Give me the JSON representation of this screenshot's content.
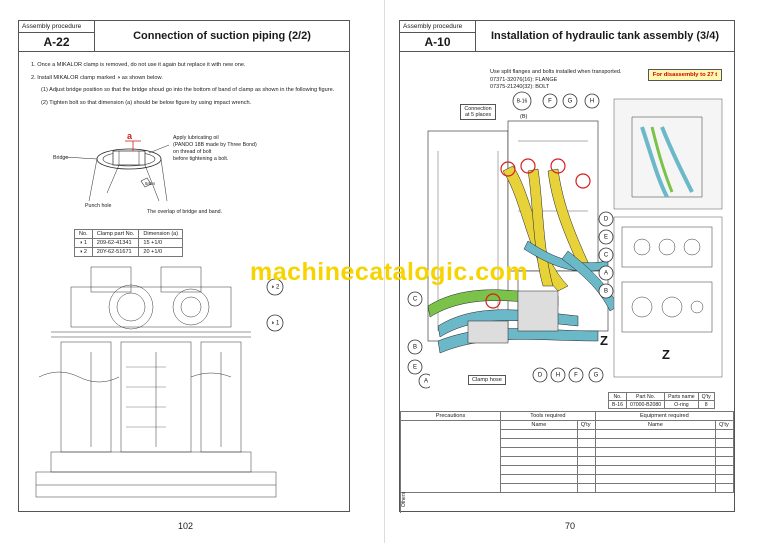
{
  "left_page": {
    "header_label": "Assembly procedure",
    "code": "A-22",
    "title": "Connection of suction piping (2/2)",
    "step1": "1.   Once a MIKALOR clamp is removed, do not use it again but replace it with new one.",
    "step2": "2.   Install MIKALOR clamp marked ◑ as shown below.",
    "step2_1": "(1)  Adjust bridge position so that the bridge shoud go into the bottom of band of clamp as shown in the following figure.",
    "step2_2": "(2)  Tighten bolt so that dimension (a) should be below figure by using impact wrench.",
    "figure": {
      "bridge": "Bridge",
      "a_mark": "a",
      "oil_note_1": "Apply lubricating oil",
      "oil_note_2": "(PANDO 18B made by Three Bond)",
      "oil_note_3": "on thread of bolt",
      "oil_note_4": "before tightening a bolt.",
      "punch": "Punch hole",
      "overlap": "The overlap of bridge and band.",
      "dim_mark": "5mm"
    },
    "table": {
      "headers": [
        "No.",
        "Clamp part No.",
        "Dimension (a)"
      ],
      "rows": [
        [
          "◑ 1",
          "209-62-41341",
          "15 +1/0"
        ],
        [
          "◑ 2",
          "20Y-62-51671",
          "20 +1/0"
        ]
      ]
    },
    "callouts": [
      "◑ 2",
      "◑ 1"
    ],
    "page_number": "102"
  },
  "right_page": {
    "header_label": "Assembly procedure",
    "code": "A-10",
    "title": "Installation of hydraulic tank assembly (3/4)",
    "note1": "Use split flanges and bolts installed when transported.",
    "note2": "07371-32076(16): FLANGE",
    "note3": "07375-21240(32): BOLT",
    "disassembly": "For disassembly to 27 t",
    "connection": "Connection at 5 places",
    "clamp_hose": "Clamp hose",
    "z_label": "Z",
    "callouts_top": [
      "B-16",
      "F",
      "G",
      "H"
    ],
    "callout_b": "(B)",
    "callouts_right": [
      "D",
      "E",
      "C",
      "A",
      "B"
    ],
    "callouts_left": [
      "C",
      "B",
      "E",
      "A"
    ],
    "callouts_bottom": [
      "D",
      "H",
      "F",
      "G"
    ],
    "parts_table": {
      "headers": [
        "No.",
        "Part No.",
        "Parts name",
        "Q'ty"
      ],
      "row": [
        "B-16",
        "07000-B2080",
        "O-ring",
        "8"
      ]
    },
    "bottom": {
      "precautions": "Precautions",
      "tools": "Tools required",
      "equipment": "Equipment required",
      "name": "Name",
      "qty": "Q'ty",
      "others": "Others"
    },
    "page_number": "70"
  },
  "watermark": "machinecatalogic.com",
  "colors": {
    "hose_yellow": "#e8d23a",
    "hose_blue": "#6ab8c8",
    "hose_green": "#7ac24a",
    "highlight_red": "#d42020",
    "watermark": "#f7d300"
  }
}
